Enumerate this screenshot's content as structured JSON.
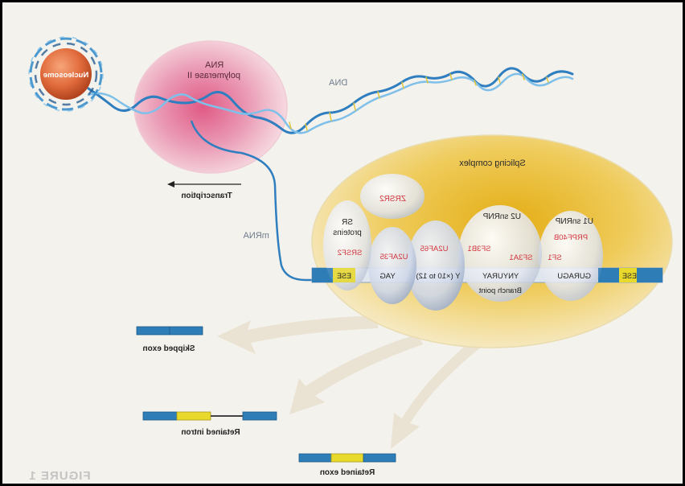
{
  "labels": {
    "nucleosome": "Nucleosome",
    "rna_pol_line1": "RNA",
    "rna_pol_line2": "polymerase II",
    "dna": "DNA",
    "transcription": "Transcription",
    "mrna": "mRNA",
    "splicing_complex": "Splicing complex",
    "u1_snrnp": "U1 snRNP",
    "prpf40b": "PRPF40B",
    "sf1": "SF1",
    "u2_snrnp": "U2 snRNP",
    "sf3a1": "SF3A1",
    "sf3b1": "SF3B1",
    "u2af65": "U2AF65",
    "zrsr2": "ZRSR2",
    "u2af35": "U2AF35",
    "sr_line1": "SR",
    "sr_line2": "proteins",
    "srsf2": "SRSF2",
    "ese_left": "ESE",
    "ese_right": "ESE",
    "seq_yag": "YAG",
    "seq_poly_y": "Y (×10 to 12)",
    "seq_branch": "YNYURAY",
    "seq_donor": "GURAGU",
    "branch_point": "Branch point",
    "skipped_exon": "Skipped exon",
    "retained_intron": "Retained intron",
    "retained_exon": "Retained exon",
    "figure_watermark": "FIGURE 1"
  },
  "colors": {
    "background": "#f4f2ec",
    "exon_blue": "#2e7db6",
    "intron_yellow": "#e8d92c",
    "protein_red": "#d1343d",
    "splicing_gold": "#e3b62a",
    "polymerase_pink": "#e48aa6",
    "dna_blue": "#3a8fcc"
  }
}
